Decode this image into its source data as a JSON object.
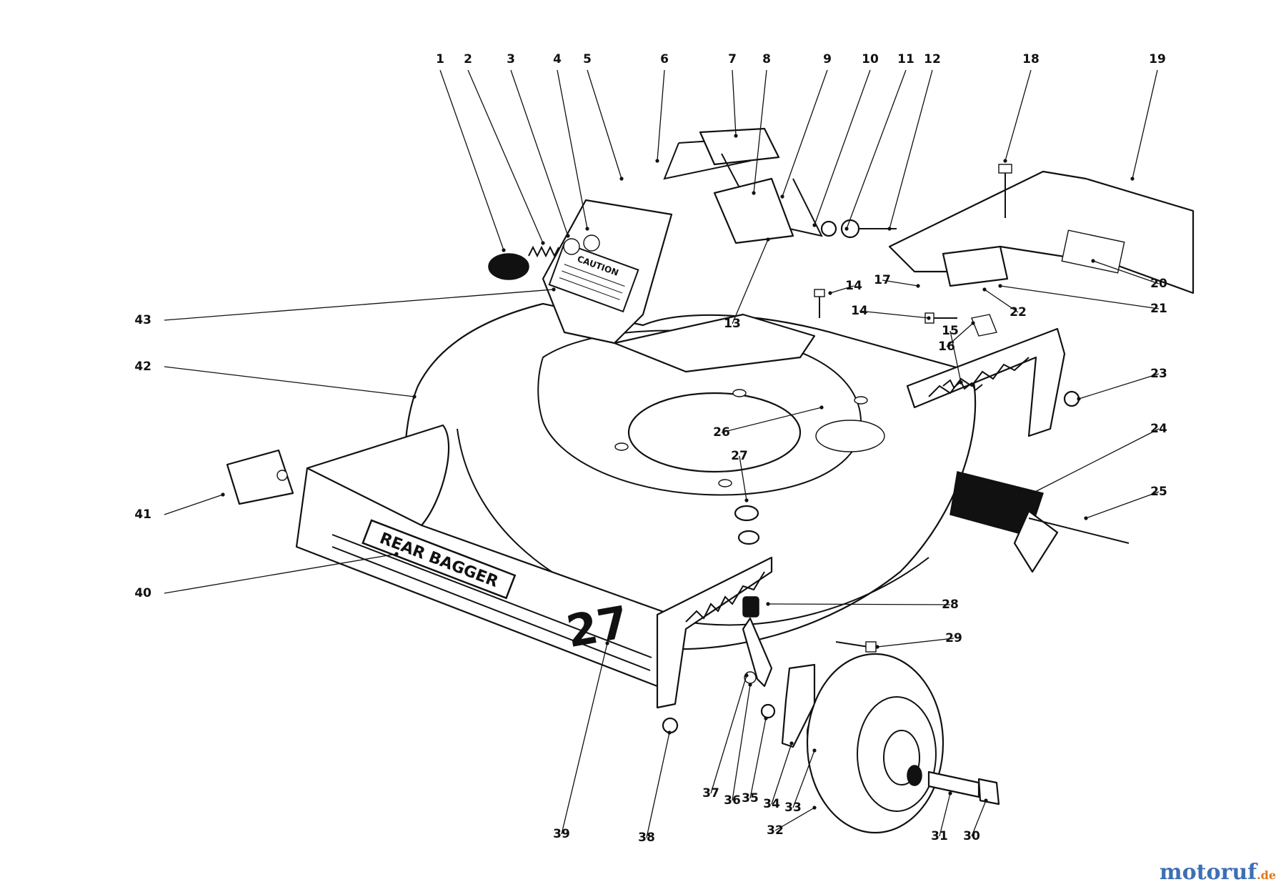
{
  "diagram": {
    "callouts": [
      "1",
      "2",
      "3",
      "4",
      "5",
      "6",
      "7",
      "8",
      "9",
      "10",
      "11",
      "12",
      "13",
      "14",
      "14",
      "15",
      "16",
      "17",
      "18",
      "19",
      "20",
      "21",
      "22",
      "23",
      "24",
      "25",
      "26",
      "27",
      "28",
      "29",
      "30",
      "31",
      "32",
      "33",
      "34",
      "35",
      "36",
      "37",
      "38",
      "39",
      "40",
      "41",
      "42",
      "43"
    ],
    "decals": {
      "rear_bagger": "REAR BAGGER",
      "model_number": "27",
      "caution": "CAUTION"
    }
  },
  "watermark": {
    "main": "motoruf",
    "sub": ".de",
    "colors": {
      "main": "#3d6fb5",
      "sub": "#e0761a"
    }
  }
}
